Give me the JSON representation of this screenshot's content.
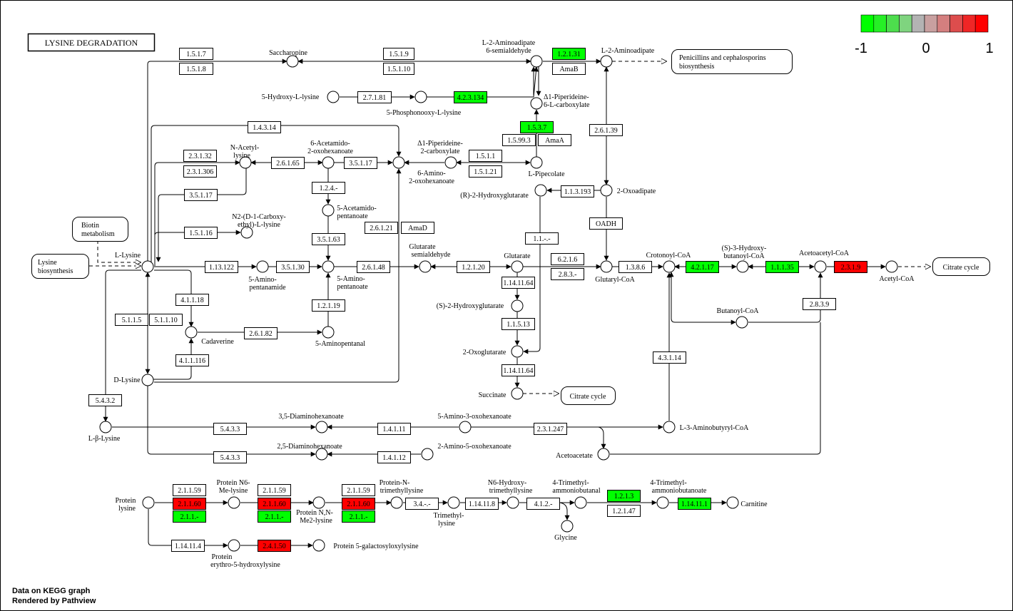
{
  "title": "LYSINE DEGRADATION",
  "legend": {
    "min_label": "-1",
    "mid_label": "0",
    "max_label": "1",
    "colors": [
      "#00ff00",
      "#26ef26",
      "#4ddd4d",
      "#7fd47f",
      "#b3b3b3",
      "#c8a0a0",
      "#d47f7f",
      "#dd4d4d",
      "#ef2626",
      "#ff0000"
    ]
  },
  "colors": {
    "green": "#00ff00",
    "red": "#ff0000",
    "neutral": "#ffffff",
    "border": "#000000"
  },
  "footer": {
    "line1": "Data on KEGG graph",
    "line2": "Rendered by Pathview"
  },
  "enzymes": {
    "e1517": "1.5.1.7",
    "e1518": "1.5.1.8",
    "e1519": "1.5.1.9",
    "e15110": "1.5.1.10",
    "e1231": "1.2.1.31",
    "amab": "AmaB",
    "e2781": "2.7.1.81",
    "e42134": "4.2.3.134",
    "e1537": "1.5.3.7",
    "e15993": "1.5.99.3",
    "amaa": "AmaA",
    "e1431": "1.4.3.14",
    "e23132": "2.3.1.32",
    "e231306": "2.3.1.306",
    "e26165": "2.6.1.65",
    "e35117a": "3.5.1.17",
    "e1511": "1.5.1.1",
    "e15121": "1.5.1.21",
    "e35117b": "3.5.1.17",
    "e2639": "2.6.1.39",
    "e124": "1.2.4.-",
    "e113193": "1.1.3.193",
    "e15116": "1.5.1.16",
    "e26121": "2.6.1.21",
    "amad": "AmaD",
    "oadh": "OADH",
    "e35163": "3.5.1.63",
    "e11": "1.1.-.-",
    "e113122": "1.13.122",
    "e35130": "3.5.1.30",
    "e26148": "2.6.1.48",
    "e12120": "1.2.1.20",
    "e6216": "6.2.1.6",
    "e283": "2.8.3.-",
    "e1386": "1.3.8.6",
    "e42117": "4.2.1.17",
    "e11135": "1.1.1.35",
    "e2319": "2.3.1.9",
    "e41118": "4.1.1.18",
    "e114164a": "1.14.11.64",
    "e2839": "2.8.3.9",
    "e5115": "5.1.1.5",
    "e51110": "5.1.1.10",
    "e26182": "2.6.1.82",
    "e12119": "1.2.1.19",
    "e11513": "1.1.5.13",
    "e411116": "4.1.1.116",
    "e43114": "4.3.1.14",
    "e114164b": "1.14.11.64",
    "e5432": "5.4.3.2",
    "e5433a": "5.4.3.3",
    "e14111": "1.4.1.11",
    "e231247": "2.3.1.247",
    "e5433b": "5.4.3.3",
    "e14112": "1.4.1.12",
    "e21159a": "2.1.1.59",
    "e21160a": "2.1.1.60",
    "e211a": "2.1.1.-",
    "e21159b": "2.1.1.59",
    "e21160b": "2.1.1.60",
    "e211b": "2.1.1.-",
    "e21159c": "2.1.1.59",
    "e21160c": "2.1.1.60",
    "e211c": "2.1.1.-",
    "e34": "3.4.-.-",
    "e114118": "1.14.11.8",
    "e412": "4.1.2.-",
    "e1213": "1.2.1.3",
    "e12147": "1.2.1.47",
    "e114111": "1.14.11.1",
    "e114114": "1.14.11.4",
    "e24150": "2.4.1.50"
  },
  "compounds": {
    "saccharopine": "Saccharopine",
    "l2aa6sa": [
      "L-2-Aminoadipate",
      "6-semialdehyde"
    ],
    "l2aa": "L-2-Aminoadipate",
    "penicillins": [
      "Penicillins and cephalosporins",
      "biosynthesis"
    ],
    "hydroxylysine": "5-Hydroxy-L-lysine",
    "phosphooxylysine": "5-Phosphonooxy-L-lysine",
    "piperideine6c": [
      "Δ1-Piperideine-",
      "6-L-carboxylate"
    ],
    "acetamido2oxo": [
      "6-Acetamido-",
      "2-oxohexanoate"
    ],
    "piperideine2c": [
      "Δ1-Piperideine-",
      "2-carboxylate"
    ],
    "nacetyllysine": [
      "N-Acetyl-",
      "lysine"
    ],
    "amino2oxo": [
      "6-Amino-",
      "2-oxohexanoate"
    ],
    "pipecolate": "L-Pipecolate",
    "hydroxyglutarate_r": "(R)-2-Hydroxyglutarate",
    "oxoadipate": "2-Oxoadipate",
    "biotin": [
      "Biotin",
      "metabolism"
    ],
    "carboxyethyllysine": [
      "N2-(D-1-Carboxy-",
      "ethyl)-L-lysine"
    ],
    "acetamidopentanoate": [
      "5-Acetamido-",
      "pentanoate"
    ],
    "lysine_biosynthesis": [
      "Lysine",
      "biosynthesis"
    ],
    "llysine": "L-Lysine",
    "glutarate_sa": [
      "Glutarate",
      "semialdehyde"
    ],
    "glutarate": "Glutarate",
    "crotonoylcoa": "Crotonoyl-CoA",
    "hydroxybutanoylcoa": [
      "(S)-3-Hydroxy-",
      "butanoyl-CoA"
    ],
    "acetoacetylcoa": "Acetoacetyl-CoA",
    "citrate_cycle_1": "Citrate cycle",
    "aminopentanamide": [
      "5-Amino-",
      "pentanamide"
    ],
    "aminopentanoate": [
      "5-Amino-",
      "pentanoate"
    ],
    "glutarylcoa": "Glutaryl-CoA",
    "acetylcoa": "Acetyl-CoA",
    "hydroxyglutarate_s": "(S)-2-Hydroxyglutarate",
    "butanoylcoa": "Butanoyl-CoA",
    "cadaverine": "Cadaverine",
    "aminopentanal": "5-Aminopentanal",
    "oxoglutarate": "2-Oxoglutarate",
    "dlysine": "D-Lysine",
    "succinate": "Succinate",
    "citrate_cycle_2": "Citrate cycle",
    "lblysine": "L-β-Lysine",
    "diaminohexanoate35": "3,5-Diaminohexanoate",
    "amino3oxo": "5-Amino-3-oxohexanoate",
    "aminobutyrylcoa": "L-3-Aminobutyryl-CoA",
    "diaminohexanoate25": "2,5-Diaminohexanoate",
    "amino5oxo": "2-Amino-5-oxohexanoate",
    "acetoacetate": "Acetoacetate",
    "proteinlysine": [
      "Protein",
      "lysine"
    ],
    "n6melysine": [
      "Protein N6-",
      "Me-lysine"
    ],
    "nnme2lysine": [
      "Protein N,N-",
      "Me2-lysine"
    ],
    "trimethyllysine_p": [
      "Protein-N-",
      "trimethyllysine"
    ],
    "trimethyllysine": [
      "Trimethyl-",
      "lysine"
    ],
    "n6hydroxy": [
      "N6-Hydroxy-",
      "trimethyllysine"
    ],
    "tmab_al": [
      "4-Trimethyl-",
      "ammoniobutanal"
    ],
    "tmab_ate": [
      "4-Trimethyl-",
      "ammoniobutanoate"
    ],
    "carnitine": "Carnitine",
    "glycine": "Glycine",
    "erythro": [
      "Protein",
      "erythro-5-hydroxylysine"
    ],
    "galactosyloxylysine": "Protein 5-galactosyloxylysine"
  }
}
